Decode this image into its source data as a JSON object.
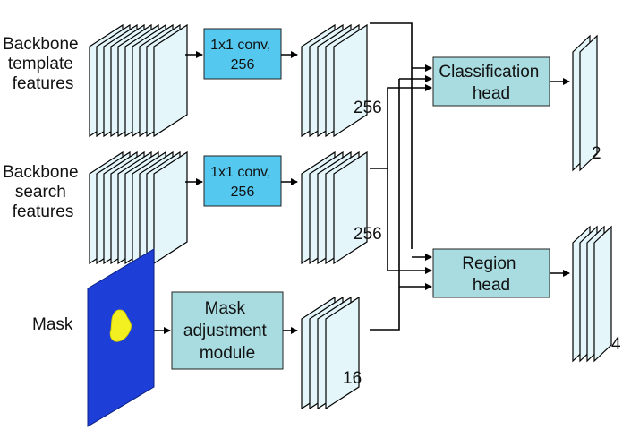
{
  "inputs": {
    "template_label": [
      "Backbone",
      "template",
      "features"
    ],
    "search_label": [
      "Backbone",
      "search",
      "features"
    ],
    "mask_label": "Mask"
  },
  "conv_template": [
    "1x1 conv,",
    "256"
  ],
  "conv_search": [
    "1x1 conv,",
    "256"
  ],
  "mask_module": [
    "Mask",
    "adjustment",
    "module"
  ],
  "channel_counts": {
    "template_out": "256",
    "search_out": "256",
    "mask_out": "16",
    "classification_out": "2",
    "region_out": "4"
  },
  "heads": {
    "classification": [
      "Classification",
      "head"
    ],
    "region": [
      "Region",
      "head"
    ]
  },
  "colors": {
    "feature_fill": "#e4f6fa",
    "conv_fill": "#55c8f0",
    "module_fill": "#a8dce0",
    "head_fill": "#a8dce0",
    "mask_bg": "#1d3fd8",
    "mask_blob": "#f2f020",
    "line": "#000000"
  }
}
